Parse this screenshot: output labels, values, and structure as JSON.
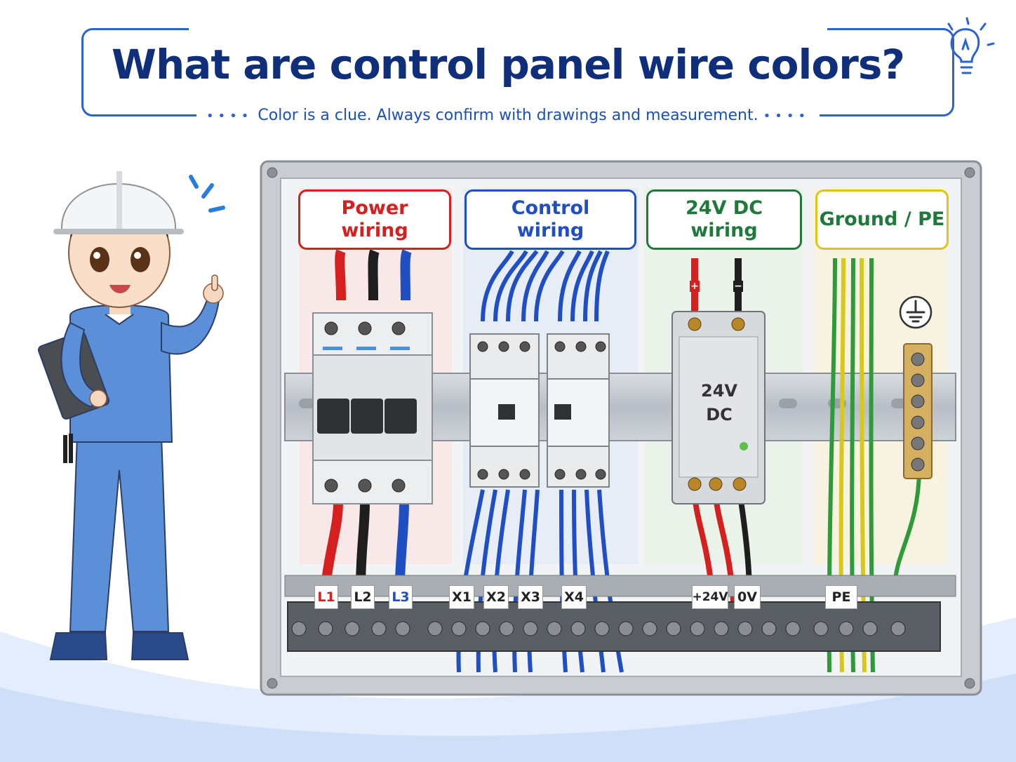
{
  "title": "What are control panel wire colors?",
  "subtitle": "Color is a clue. Always confirm with drawings and measurement.",
  "sections": [
    {
      "line1": "Power",
      "line2": "wiring",
      "color": "#d62020"
    },
    {
      "line1": "Control",
      "line2": "wiring",
      "color": "#1f4fc2"
    },
    {
      "line1": "24V DC",
      "line2": "wiring",
      "color": "#1e7a3a"
    },
    {
      "line1": "Ground / PE",
      "line2": "",
      "color": "#333333"
    }
  ],
  "power_supply": {
    "line1": "24V",
    "line2": "DC",
    "plus": "+",
    "minus": "−"
  },
  "terminals": [
    {
      "label": "L1",
      "color": "#d62020"
    },
    {
      "label": "L2",
      "color": "#222222"
    },
    {
      "label": "L3",
      "color": "#1f4fc2"
    },
    {
      "label": "X1",
      "color": "#222222"
    },
    {
      "label": "X2",
      "color": "#222222"
    },
    {
      "label": "X3",
      "color": "#222222"
    },
    {
      "label": "X4",
      "color": "#222222"
    },
    {
      "label": "+24V",
      "color": "#222222"
    },
    {
      "label": "0V",
      "color": "#222222"
    },
    {
      "label": "PE",
      "color": "#222222"
    }
  ],
  "colors": {
    "title": "#0f2f7a",
    "accent": "#2a63d6",
    "power_red": "#d62020",
    "neutral_black": "#1e1e1e",
    "control_blue": "#1f4fc2",
    "dc_red": "#d62020",
    "ground_green": "#2e9a3a",
    "ground_yellow": "#d8c81a"
  },
  "icons": [
    "lightbulb-icon",
    "ground-symbol-icon",
    "worker-illustration"
  ]
}
